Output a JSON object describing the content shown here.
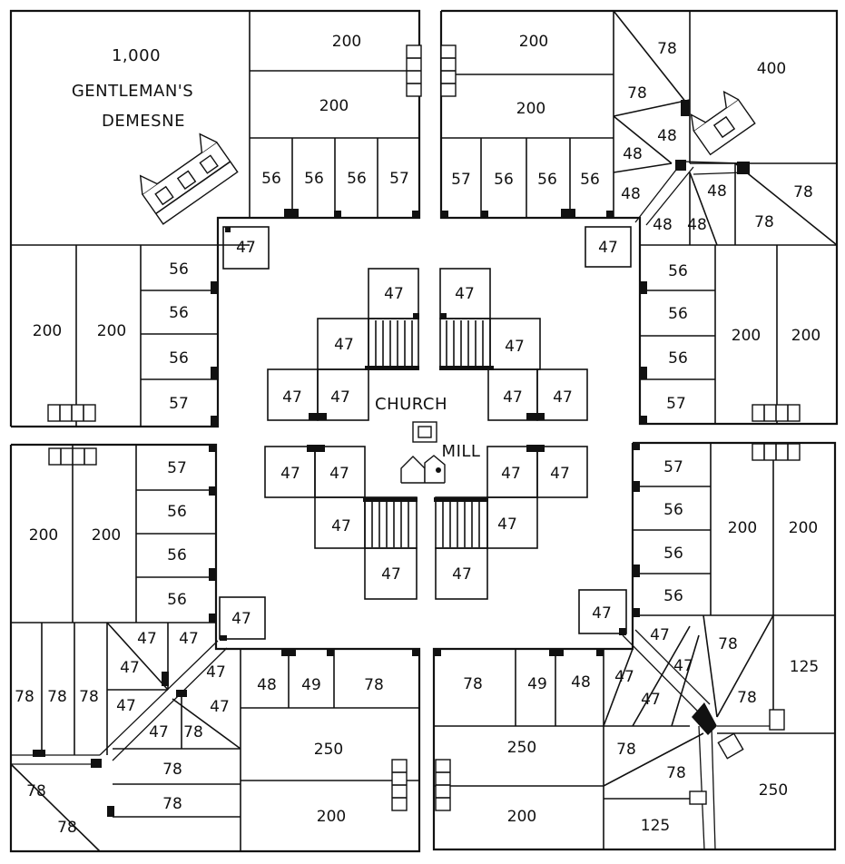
{
  "labels": {
    "demesne_area": "1,000",
    "demesne_line1": "GENTLEMAN'S",
    "demesne_line2": "DEMESNE",
    "church": "CHURCH",
    "mill": "MILL"
  },
  "plots": {
    "nw": [
      "200",
      "200",
      "56",
      "56",
      "56",
      "57",
      "47"
    ],
    "nw_west": [
      "200",
      "200",
      "56",
      "56",
      "56",
      "57"
    ],
    "ne": [
      "200",
      "200",
      "57",
      "56",
      "56",
      "56",
      "78",
      "78",
      "48",
      "48",
      "48",
      "48",
      "48",
      "400",
      "48",
      "78",
      "78",
      "47"
    ],
    "ne_east": [
      "56",
      "56",
      "56",
      "57",
      "200",
      "200"
    ],
    "sw": [
      "57",
      "56",
      "56",
      "56",
      "200",
      "200",
      "47",
      "47",
      "47",
      "47",
      "47",
      "47",
      "47",
      "47",
      "78",
      "78",
      "78",
      "78",
      "78",
      "78",
      "78",
      "78"
    ],
    "sw_south": [
      "48",
      "49",
      "78",
      "250",
      "200"
    ],
    "se": [
      "57",
      "56",
      "56",
      "56",
      "200",
      "200",
      "47",
      "47",
      "47",
      "47",
      "47",
      "78",
      "78",
      "125",
      "78",
      "78",
      "125",
      "250"
    ],
    "se_south": [
      "78",
      "49",
      "48",
      "250",
      "200"
    ],
    "centre": [
      "47",
      "47",
      "47",
      "47",
      "47",
      "47",
      "47",
      "47",
      "47",
      "47",
      "47",
      "47",
      "47",
      "47",
      "47",
      "47"
    ]
  }
}
